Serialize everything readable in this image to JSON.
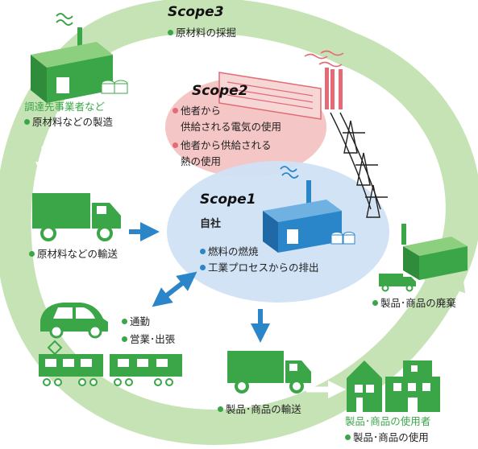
{
  "scope3": {
    "title": "Scope3",
    "item": "原材料の採掘"
  },
  "scope2": {
    "title": "Scope2",
    "items": [
      "他者から",
      "供給される電気の使用",
      "他者から供給される",
      "熱の使用"
    ]
  },
  "scope1": {
    "title": "Scope1",
    "subtitle": "自社",
    "items": [
      "燃料の燃焼",
      "工業プロセスからの排出"
    ]
  },
  "supplier": {
    "title": "調達先事業者など",
    "item": "原材料などの製造"
  },
  "transport_materials": "原材料などの輸送",
  "commute": "通勤",
  "business_trip": "営業･出張",
  "transport_products": "製品･商品の輸送",
  "disposal": "製品･商品の廃棄",
  "users": {
    "title": "製品･商品の使用者",
    "item": "製品･商品の使用"
  },
  "colors": {
    "ring": "#c6e3b6",
    "scope2_fill": "#f5c6c6",
    "scope1_fill": "#cfe2f4",
    "green": "#3aa648",
    "arrow_blue": "#2a86c8",
    "pylon": "#222222"
  }
}
